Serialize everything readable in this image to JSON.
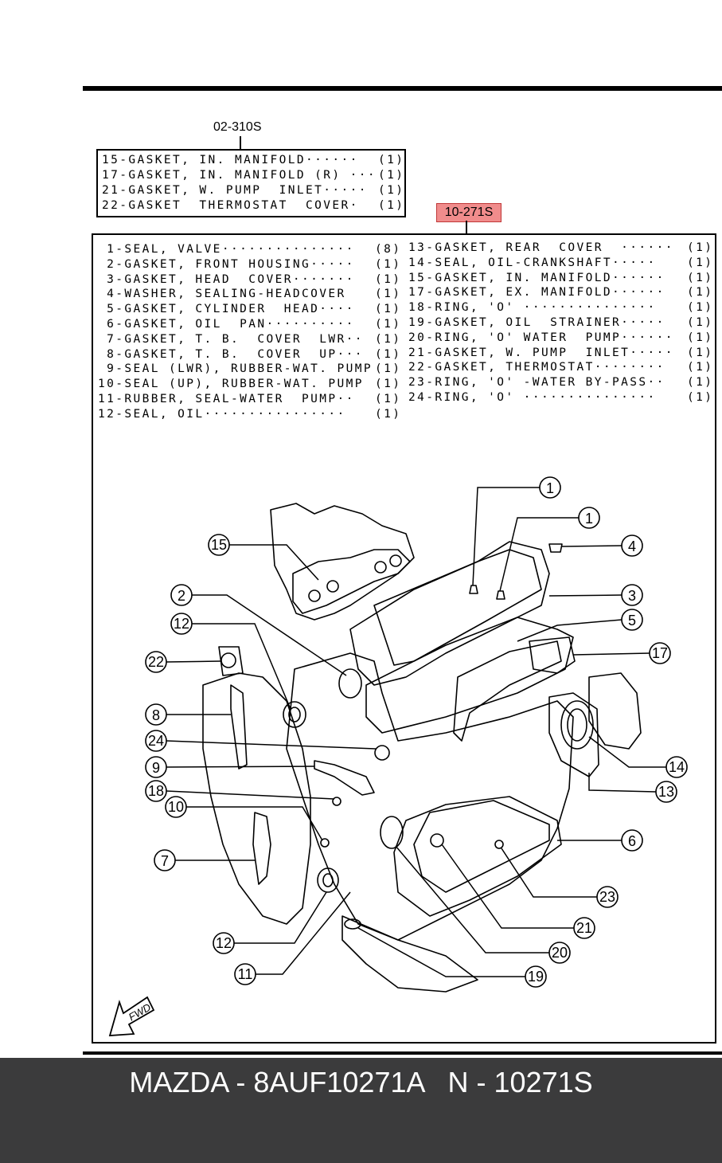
{
  "ref_top": "02-310S",
  "ref_main": "10-271S",
  "ref_main_highlight_color": "#f08c8c",
  "top_list": [
    {
      "name": "15-GASKET, IN. MANIFOLD······",
      "qty": "(1)"
    },
    {
      "name": "17-GASKET, IN. MANIFOLD (R) ···",
      "qty": "(1)"
    },
    {
      "name": "21-GASKET, W. PUMP  INLET·····",
      "qty": "(1)"
    },
    {
      "name": "22-GASKET  THERMOSTAT  COVER·",
      "qty": "(1)"
    }
  ],
  "parts_left": [
    {
      "name": " 1-SEAL, VALVE···············",
      "qty": "(8)"
    },
    {
      "name": " 2-GASKET, FRONT HOUSING·····",
      "qty": "(1)"
    },
    {
      "name": " 3-GASKET, HEAD  COVER·······",
      "qty": "(1)"
    },
    {
      "name": " 4-WASHER, SEALING-HEADCOVER",
      "qty": "(1)"
    },
    {
      "name": " 5-GASKET, CYLINDER  HEAD····",
      "qty": "(1)"
    },
    {
      "name": " 6-GASKET, OIL  PAN··········",
      "qty": "(1)"
    },
    {
      "name": " 7-GASKET, T. B.  COVER  LWR··",
      "qty": "(1)"
    },
    {
      "name": " 8-GASKET, T. B.  COVER  UP···",
      "qty": "(1)"
    },
    {
      "name": " 9-SEAL (LWR), RUBBER-WAT. PUMP",
      "qty": "(1)"
    },
    {
      "name": "10-SEAL (UP), RUBBER-WAT. PUMP",
      "qty": "(1)"
    },
    {
      "name": "11-RUBBER, SEAL-WATER  PUMP··",
      "qty": "(1)"
    },
    {
      "name": "12-SEAL, OIL················",
      "qty": "(1)"
    }
  ],
  "parts_right": [
    {
      "name": "13-GASKET, REAR  COVER  ······",
      "qty": "(1)"
    },
    {
      "name": "14-SEAL, OIL-CRANKSHAFT·····",
      "qty": "(1)"
    },
    {
      "name": "15-GASKET, IN. MANIFOLD······",
      "qty": "(1)"
    },
    {
      "name": "17-GASKET, EX. MANIFOLD······",
      "qty": "(1)"
    },
    {
      "name": "18-RING, 'O' ···············",
      "qty": "(1)"
    },
    {
      "name": "19-GASKET, OIL  STRAINER·····",
      "qty": "(1)"
    },
    {
      "name": "20-RING, 'O' WATER  PUMP······",
      "qty": "(1)"
    },
    {
      "name": "21-GASKET, W. PUMP  INLET·····",
      "qty": "(1)"
    },
    {
      "name": "22-GASKET, THERMOSTAT········",
      "qty": "(1)"
    },
    {
      "name": "23-RING, 'O' -WATER BY-PASS··",
      "qty": "(1)"
    },
    {
      "name": "24-RING, 'O' ···············",
      "qty": "(1)"
    }
  ],
  "callouts": [
    "1",
    "1",
    "4",
    "15",
    "3",
    "2",
    "5",
    "12",
    "17",
    "22",
    "8",
    "24",
    "14",
    "9",
    "18",
    "13",
    "10",
    "6",
    "7",
    "23",
    "21",
    "20",
    "12",
    "11",
    "19"
  ],
  "fwd_label": "FWD",
  "footer_text": "MAZDA - 8AUF10271A   N - 10271S",
  "footer_bg": "#3b3b3c"
}
